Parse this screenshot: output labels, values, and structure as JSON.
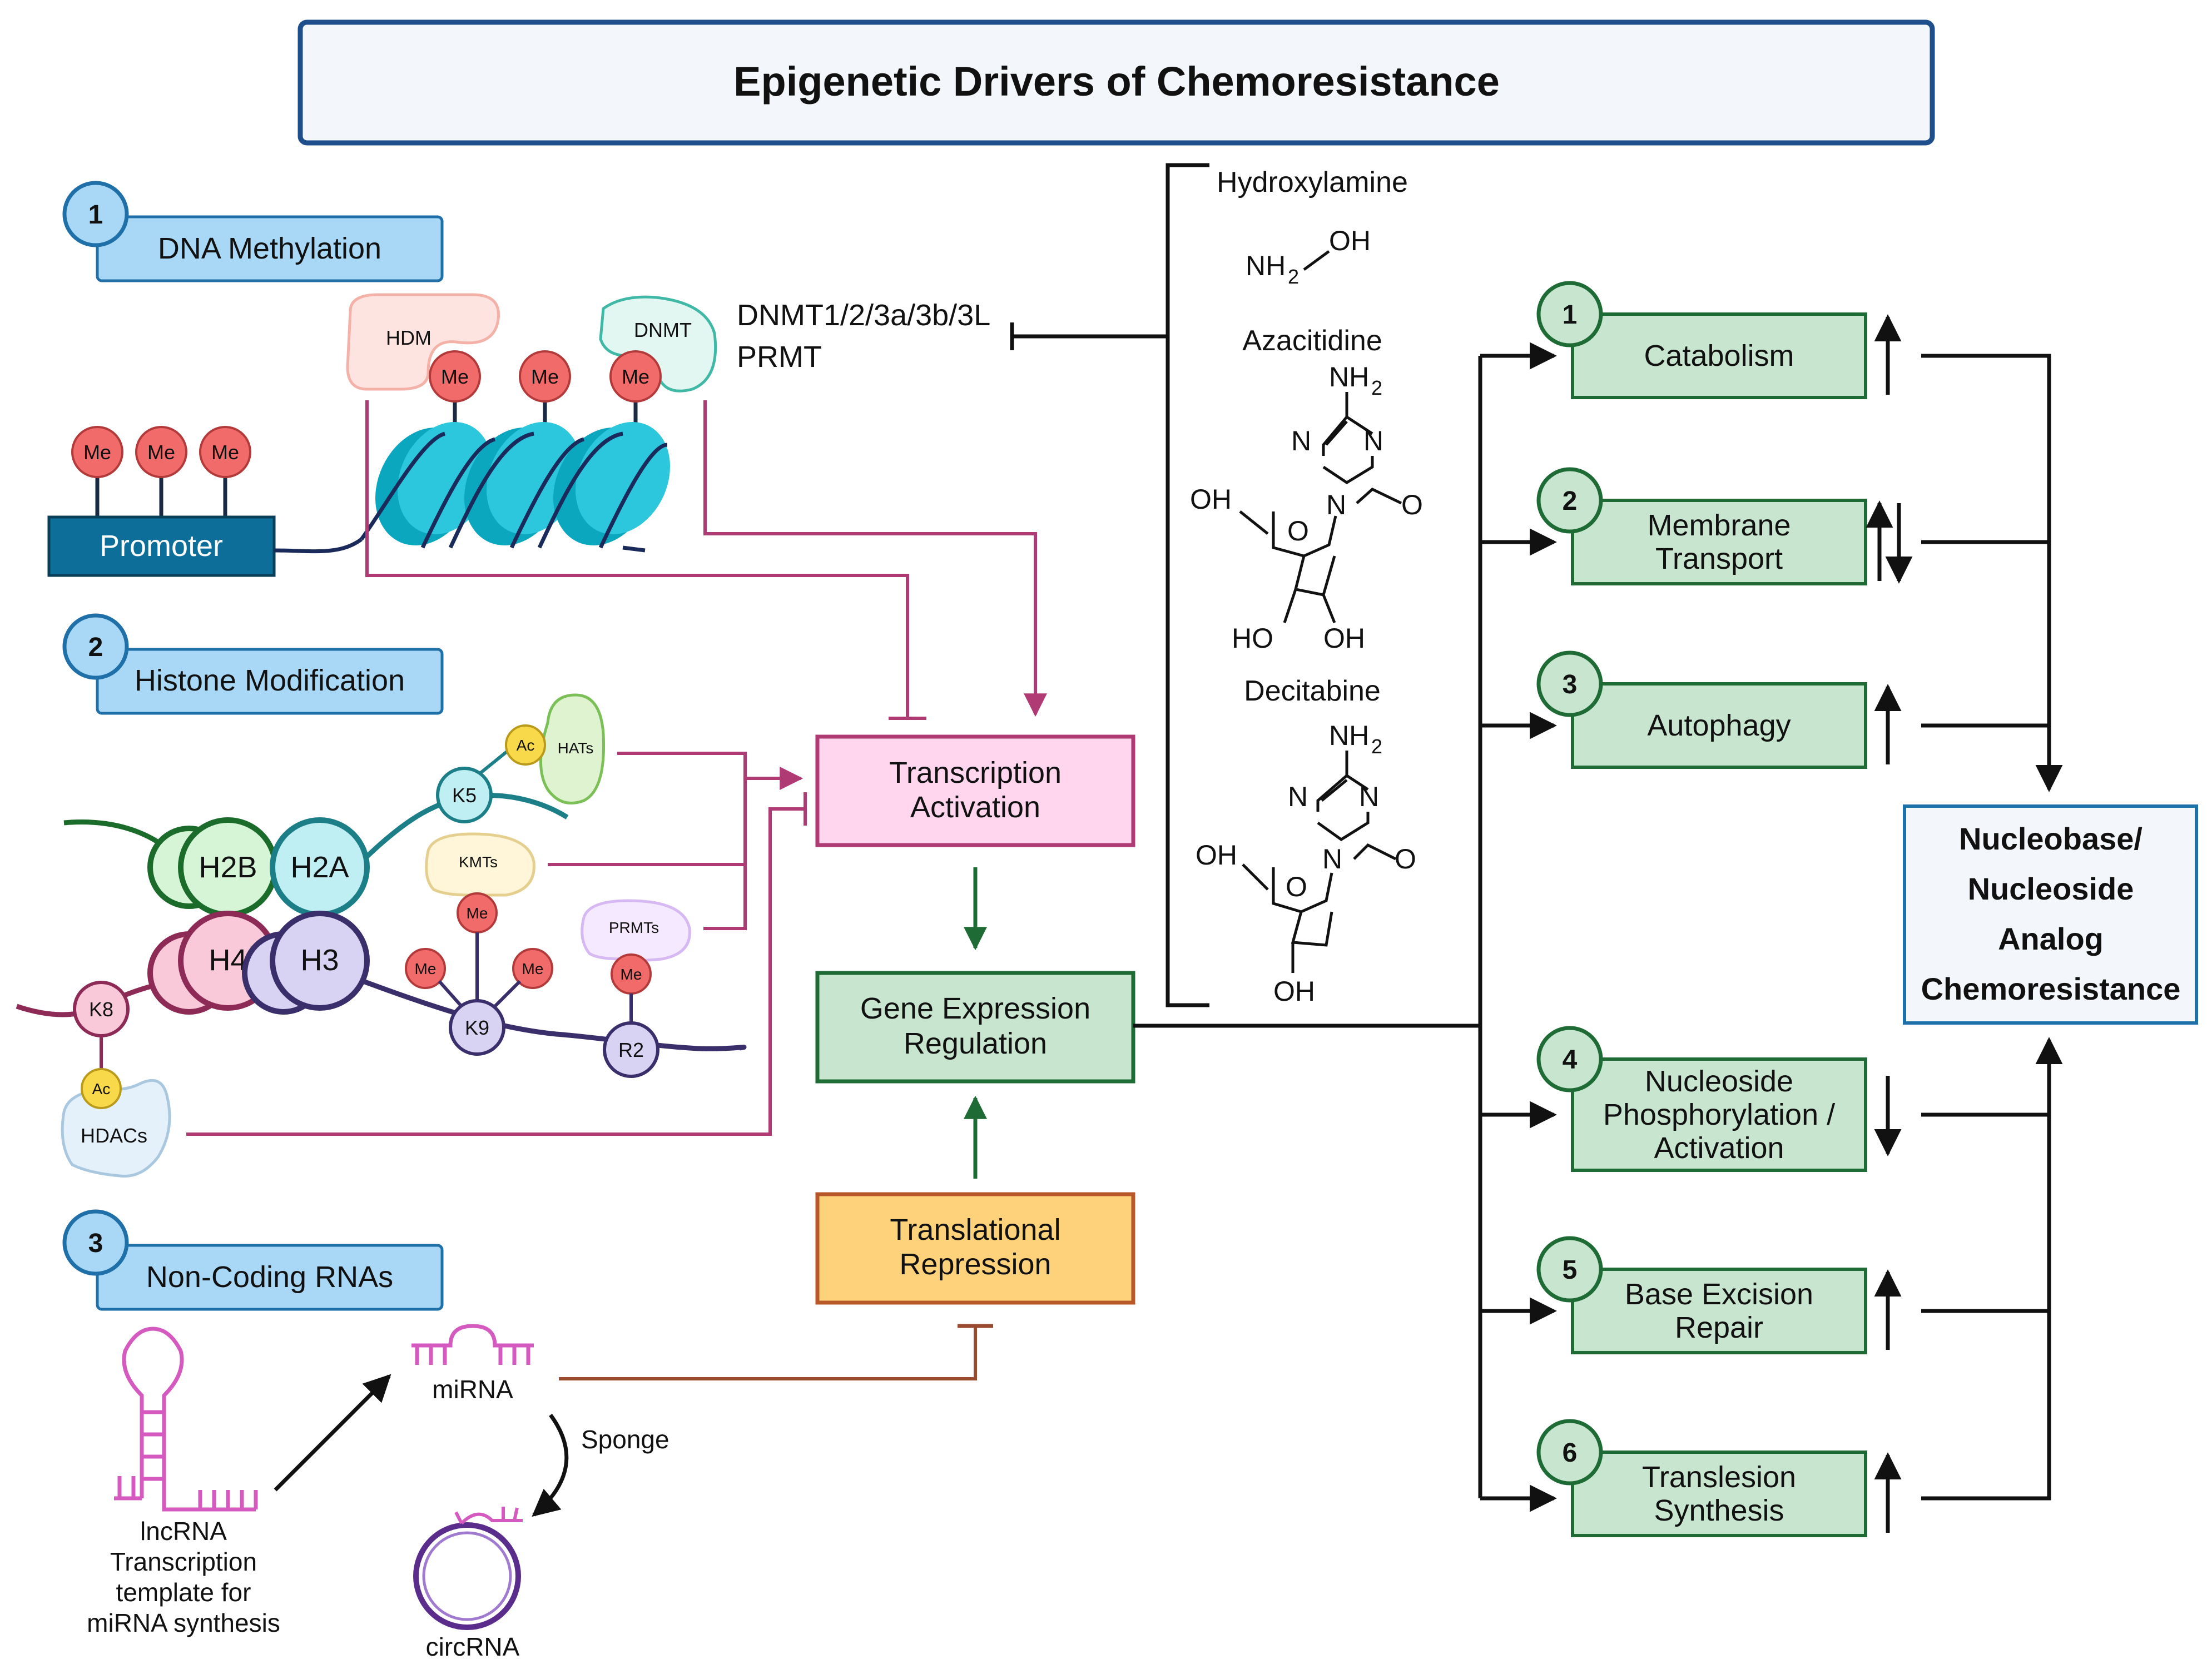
{
  "title": "Epigenetic Drivers of Chemoresistance",
  "sections": [
    {
      "number": "1",
      "label": "DNA Methylation"
    },
    {
      "number": "2",
      "label": "Histone Modification"
    },
    {
      "number": "3",
      "label": "Non-Coding RNAs"
    }
  ],
  "dna_methylation": {
    "promoter": "Promoter",
    "me": "Me",
    "hdm": "HDM",
    "dnmt": "DNMT",
    "targets_line1": "DNMT1/2/3a/3b/3L",
    "targets_line2": "PRMT"
  },
  "histone": {
    "h2b": "H2B",
    "h2a": "H2A",
    "h4": "H4",
    "h3": "H3",
    "k5": "K5",
    "k8": "K8",
    "k9": "K9",
    "r2": "R2",
    "ac": "Ac",
    "me": "Me",
    "hats": "HATs",
    "kmts": "KMTs",
    "prmts": "PRMTs",
    "hdacs": "HDACs"
  },
  "ncrna": {
    "mirna": "miRNA",
    "sponge": "Sponge",
    "circrna": "circRNA",
    "lncrna_lines": [
      "lncRNA",
      "Transcription",
      "template for",
      "miRNA synthesis"
    ]
  },
  "drugs": {
    "hydroxylamine": "Hydroxylamine",
    "azacitidine": "Azacitidine",
    "decitabine": "Decitabine",
    "nh2": "NH",
    "sub2": "2",
    "oh": "OH",
    "ho": "HO",
    "n": "N",
    "o": "O"
  },
  "center": {
    "transcription": [
      "Transcription",
      "Activation"
    ],
    "gene_expression": [
      "Gene Expression",
      "Regulation"
    ],
    "translational": [
      "Translational",
      "Repression"
    ]
  },
  "mechanisms": [
    {
      "number": "1",
      "lines": [
        "Catabolism"
      ],
      "direction": "up"
    },
    {
      "number": "2",
      "lines": [
        "Membrane",
        "Transport"
      ],
      "direction": "up-down"
    },
    {
      "number": "3",
      "lines": [
        "Autophagy"
      ],
      "direction": "up"
    },
    {
      "number": "4",
      "lines": [
        "Nucleoside",
        "Phosphorylation /",
        "Activation"
      ],
      "direction": "down"
    },
    {
      "number": "5",
      "lines": [
        "Base Excision",
        "Repair"
      ],
      "direction": "up"
    },
    {
      "number": "6",
      "lines": [
        "Translesion",
        "Synthesis"
      ],
      "direction": "up"
    }
  ],
  "outcome": [
    "Nucleobase/",
    "Nucleoside",
    "Analog",
    "Chemoresistance"
  ],
  "colors": {
    "title_border": "#1f4e8c",
    "section_fill": "#a8d8f5",
    "section_border": "#1f6fa8",
    "promoter": "#0e6e9a",
    "me_fill": "#f26b6b",
    "nucleosome": "#12b5cc",
    "magenta": "#b03a74",
    "transcription_fill": "#ffd6ee",
    "green_fill": "#c8e6cf",
    "green_border": "#1e6b35",
    "translational_fill": "#fdd27a",
    "translational_border": "#b8582a",
    "mirna": "#d45ac0",
    "circrna": "#5a2d8c",
    "h2b": "#d6f5d6",
    "h2a": "#bfeef3",
    "h4": "#f9c9d9",
    "h3": "#d9d3f3",
    "ac": "#f8d94a"
  }
}
